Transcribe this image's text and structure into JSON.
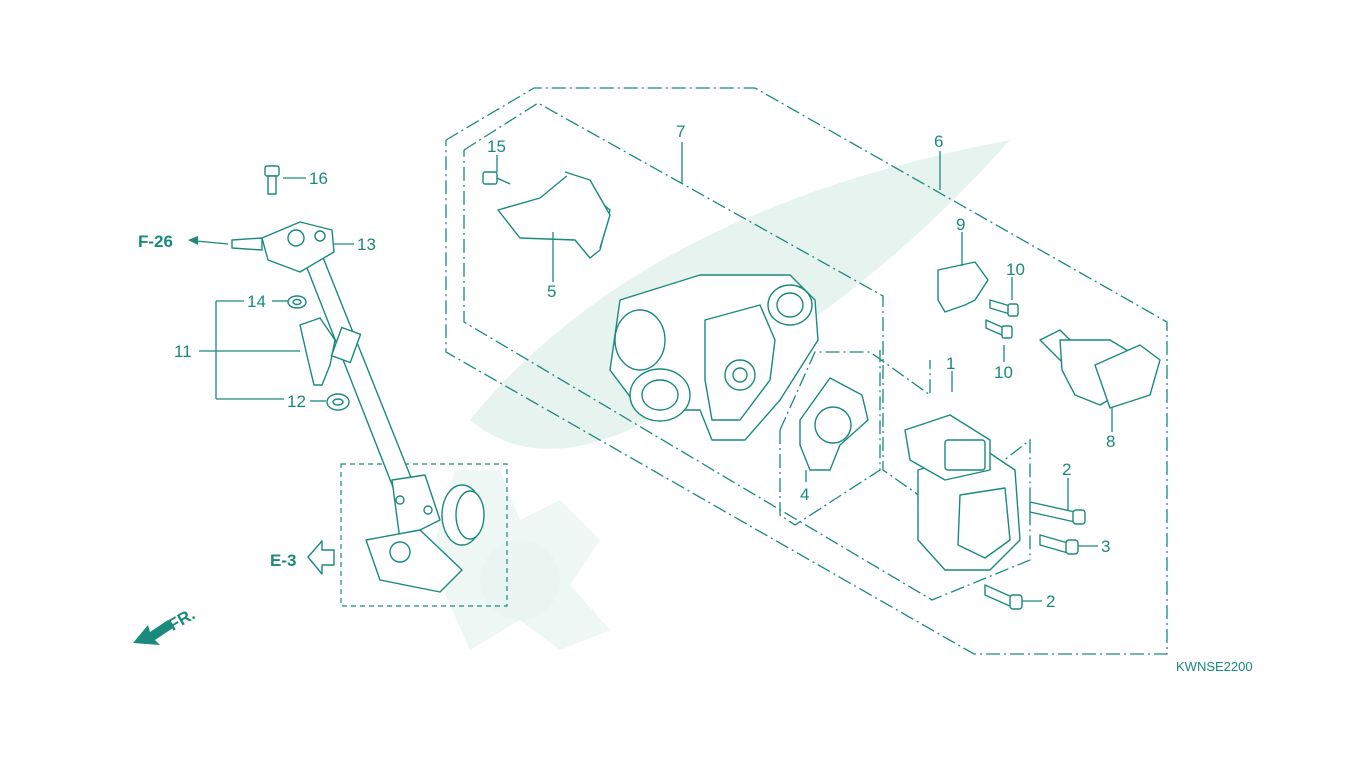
{
  "diagram": {
    "code": "KWNSE2200",
    "front_label": "FR.",
    "refs": {
      "f26": "F-26",
      "e3": "E-3"
    },
    "colors": {
      "line": "#1a8a7c",
      "watermark": "#e7f3ef",
      "background": "#ffffff"
    },
    "callouts": {
      "c1": "1",
      "c2a": "2",
      "c2b": "2",
      "c3": "3",
      "c4": "4",
      "c5": "5",
      "c6": "6",
      "c7": "7",
      "c8": "8",
      "c9": "9",
      "c10a": "10",
      "c10b": "10",
      "c11": "11",
      "c12": "12",
      "c13": "13",
      "c14": "14",
      "c15": "15",
      "c16": "16"
    }
  }
}
